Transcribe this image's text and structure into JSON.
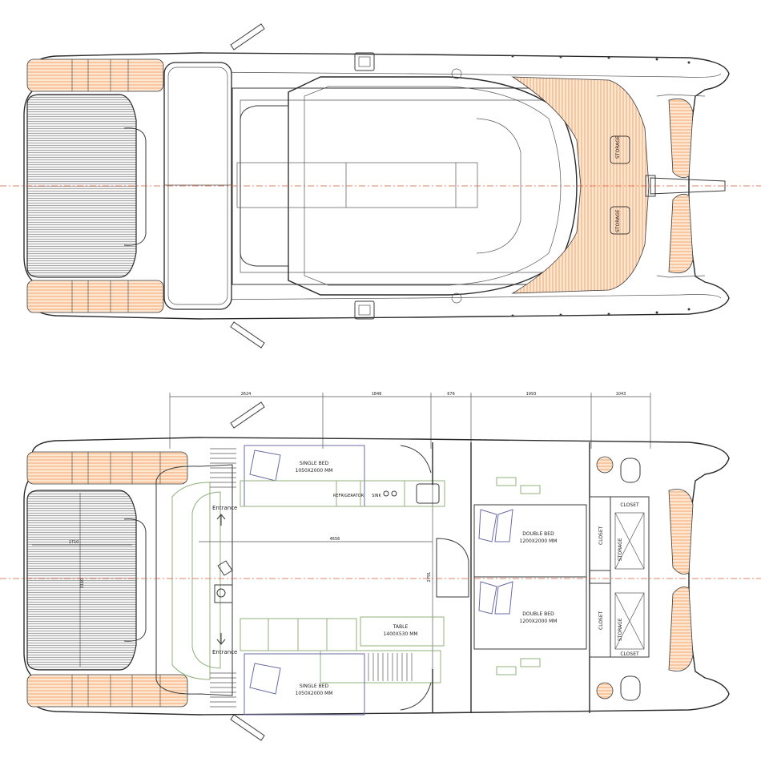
{
  "colors": {
    "teak": "#f3a86f",
    "centerline": "#e05a3a",
    "outline": "#3a3a3a",
    "furniture_green": "#8fb07a",
    "bed_blue": "#6a6aa8",
    "net_grey": "#555555"
  },
  "top_view": {
    "storage_fwd": "STORAGE",
    "storage_aft": "STORAGE"
  },
  "layout": {
    "dimensions": [
      "2624",
      "1848",
      "676",
      "1993",
      "1043"
    ],
    "beam_dim": "2791",
    "saloon_dim": "4656",
    "cockpit_w": "1710",
    "cockpit_h": "3160",
    "cabins": {
      "single_bed_top": {
        "title": "SINGLE BED",
        "size": "1050X2000 MM"
      },
      "single_bed_bottom": {
        "title": "SINGLE BED",
        "size": "1050X2000 MM"
      },
      "double_bed_top": {
        "title": "DOUBLE BED",
        "size": "1200X2000 MM"
      },
      "double_bed_bottom": {
        "title": "DOUBLE BED",
        "size": "1200X2000 MM"
      },
      "table": {
        "title": "TABLE",
        "size": "1400X530 MM"
      }
    },
    "entrance_top": "Entrance",
    "entrance_bottom": "Entrance",
    "closet_a": "CLOSET",
    "closet_b": "CLOSET",
    "closet_c": "CLOSET",
    "closet_d": "CLOSET",
    "storage_a": "STORAGE",
    "storage_b": "STORAGE",
    "galley_a": "REFRIGERATOR",
    "galley_b": "SINK"
  }
}
